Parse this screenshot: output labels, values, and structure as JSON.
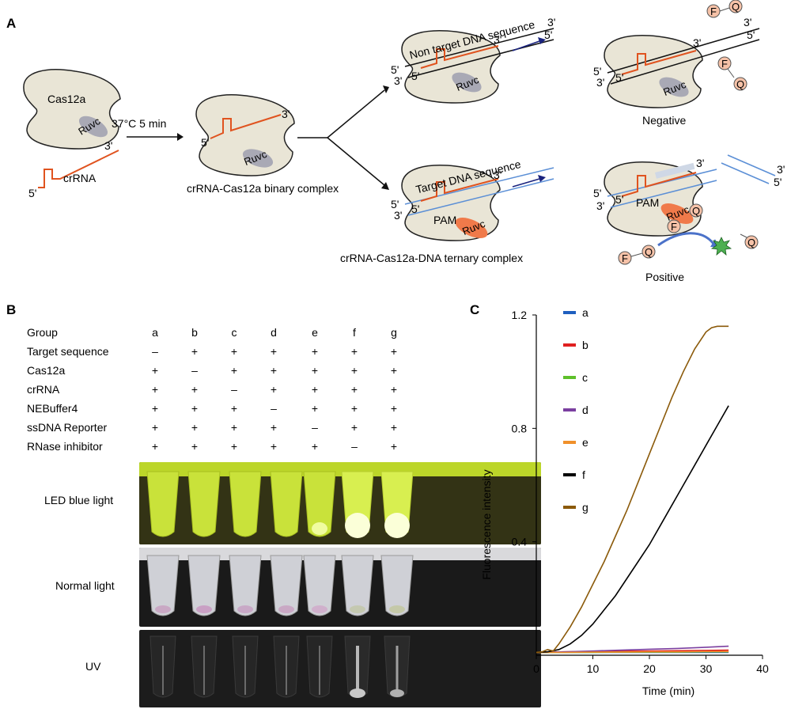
{
  "panel_a": {
    "letter": "A",
    "cas12a": "Cas12a",
    "ruvc": "Ruvc",
    "crrna": "crRNA",
    "temp": "37°C 5 min",
    "five_prime": "5'",
    "three_prime": "3'",
    "binary_label": "crRNA-Cas12a binary complex",
    "ternary_label": "crRNA-Cas12a-DNA ternary complex",
    "non_target": "Non target DNA sequence",
    "target": "Target DNA sequence",
    "pam": "PAM",
    "negative": "Negative",
    "positive": "Positive",
    "fluor_f": "F",
    "fluor_q": "Q"
  },
  "panel_b": {
    "letter": "B",
    "header_label": "Group",
    "groups": [
      "a",
      "b",
      "c",
      "d",
      "e",
      "f",
      "g"
    ],
    "rows": [
      {
        "label": "Target sequence",
        "values": [
          "–",
          "+",
          "+",
          "+",
          "+",
          "+",
          "+"
        ]
      },
      {
        "label": "Cas12a",
        "values": [
          "+",
          "–",
          "+",
          "+",
          "+",
          "+",
          "+"
        ]
      },
      {
        "label": "crRNA",
        "values": [
          "+",
          "+",
          "–",
          "+",
          "+",
          "+",
          "+"
        ]
      },
      {
        "label": "NEBuffer4",
        "values": [
          "+",
          "+",
          "+",
          "–",
          "+",
          "+",
          "+"
        ]
      },
      {
        "label": "ssDNA Reporter",
        "values": [
          "+",
          "+",
          "+",
          "+",
          "–",
          "+",
          "+"
        ]
      },
      {
        "label": "RNase inhibitor",
        "values": [
          "+",
          "+",
          "+",
          "+",
          "+",
          "–",
          "+"
        ]
      }
    ],
    "photos": [
      "LED blue light",
      "Normal light",
      "UV"
    ]
  },
  "panel_c": {
    "letter": "C",
    "chart_data": {
      "type": "line",
      "xlabel": "Time (min)",
      "ylabel": "Fluorescence intensity",
      "xlim": [
        0,
        40
      ],
      "ylim": [
        0,
        1.2
      ],
      "xticks": [
        "0",
        "10",
        "20",
        "30",
        "40"
      ],
      "yticks": [
        "0.4",
        "0.8",
        "1.2"
      ],
      "ytick_values": [
        0.4,
        0.8,
        1.2
      ],
      "legend_position": "top-left",
      "series": [
        {
          "name": "a",
          "color": "#1f5fbf",
          "x": [
            0,
            5,
            10,
            15,
            20,
            25,
            30,
            34
          ],
          "y": [
            0.01,
            0.01,
            0.01,
            0.01,
            0.01,
            0.01,
            0.01,
            0.01
          ]
        },
        {
          "name": "b",
          "color": "#e02020",
          "x": [
            0,
            5,
            10,
            15,
            20,
            25,
            30,
            34
          ],
          "y": [
            0.01,
            0.012,
            0.013,
            0.014,
            0.015,
            0.016,
            0.017,
            0.018
          ]
        },
        {
          "name": "c",
          "color": "#5ec02a",
          "x": [
            0,
            5,
            10,
            15,
            20,
            25,
            30,
            34
          ],
          "y": [
            0.01,
            0.01,
            0.01,
            0.011,
            0.011,
            0.011,
            0.012,
            0.012
          ]
        },
        {
          "name": "d",
          "color": "#7b3fa0",
          "x": [
            0,
            5,
            10,
            15,
            20,
            25,
            30,
            34
          ],
          "y": [
            0.01,
            0.012,
            0.015,
            0.018,
            0.021,
            0.024,
            0.028,
            0.032
          ]
        },
        {
          "name": "e",
          "color": "#f0902a",
          "x": [
            0,
            5,
            10,
            15,
            20,
            25,
            30,
            34
          ],
          "y": [
            0.01,
            0.01,
            0.011,
            0.011,
            0.012,
            0.012,
            0.013,
            0.013
          ]
        },
        {
          "name": "f",
          "color": "#000000",
          "x": [
            0,
            2,
            4,
            6,
            8,
            10,
            12,
            14,
            16,
            18,
            20,
            22,
            24,
            26,
            28,
            30,
            32,
            34
          ],
          "y": [
            0.01,
            0.012,
            0.02,
            0.04,
            0.07,
            0.11,
            0.16,
            0.21,
            0.27,
            0.33,
            0.39,
            0.46,
            0.53,
            0.6,
            0.67,
            0.74,
            0.81,
            0.88
          ]
        },
        {
          "name": "g",
          "color": "#8b5a0a",
          "x": [
            0,
            1,
            2,
            3,
            4,
            6,
            8,
            10,
            12,
            14,
            16,
            18,
            20,
            22,
            24,
            26,
            28,
            30,
            31,
            32,
            33,
            34
          ],
          "y": [
            0.01,
            0.012,
            0.02,
            0.015,
            0.04,
            0.1,
            0.17,
            0.25,
            0.33,
            0.42,
            0.51,
            0.61,
            0.71,
            0.81,
            0.91,
            1.0,
            1.08,
            1.14,
            1.155,
            1.16,
            1.16,
            1.16
          ]
        }
      ]
    }
  }
}
